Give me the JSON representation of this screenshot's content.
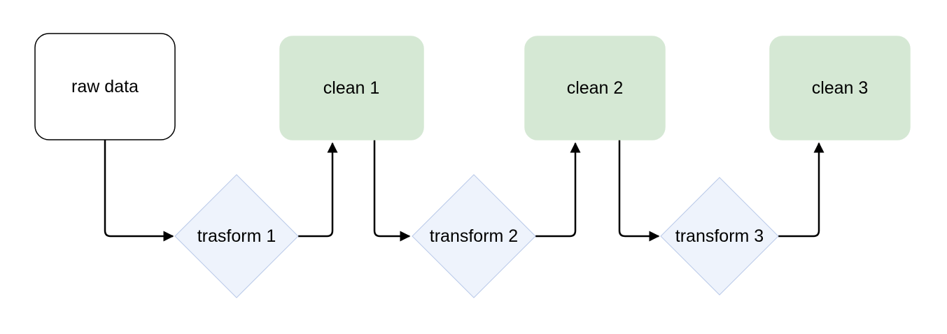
{
  "diagram": {
    "type": "flowchart",
    "description": "Data cleaning pipeline flow diagram",
    "nodes": {
      "raw_data": {
        "label": "raw data",
        "shape": "rounded-rect"
      },
      "transform1": {
        "label": "trasform 1",
        "shape": "diamond"
      },
      "clean1": {
        "label": "clean 1",
        "shape": "rounded-rect"
      },
      "transform2": {
        "label": "transform 2",
        "shape": "diamond"
      },
      "clean2": {
        "label": "clean 2",
        "shape": "rounded-rect"
      },
      "transform3": {
        "label": "transform 3",
        "shape": "diamond"
      },
      "clean3": {
        "label": "clean 3",
        "shape": "rounded-rect"
      }
    },
    "edges": [
      {
        "from": "raw_data",
        "to": "transform1"
      },
      {
        "from": "transform1",
        "to": "clean1"
      },
      {
        "from": "clean1",
        "to": "transform2"
      },
      {
        "from": "transform2",
        "to": "clean2"
      },
      {
        "from": "clean2",
        "to": "transform3"
      },
      {
        "from": "transform3",
        "to": "clean3"
      }
    ],
    "colors": {
      "background": "#ffffff",
      "raw_fill": "#ffffff",
      "raw_stroke": "#000000",
      "clean_fill": "#d5e8d4",
      "clean_stroke": "#d5e8d4",
      "transform_fill": "#eef3fc",
      "transform_stroke": "#b9c9e8",
      "arrow": "#000000",
      "text": "#000000"
    }
  }
}
